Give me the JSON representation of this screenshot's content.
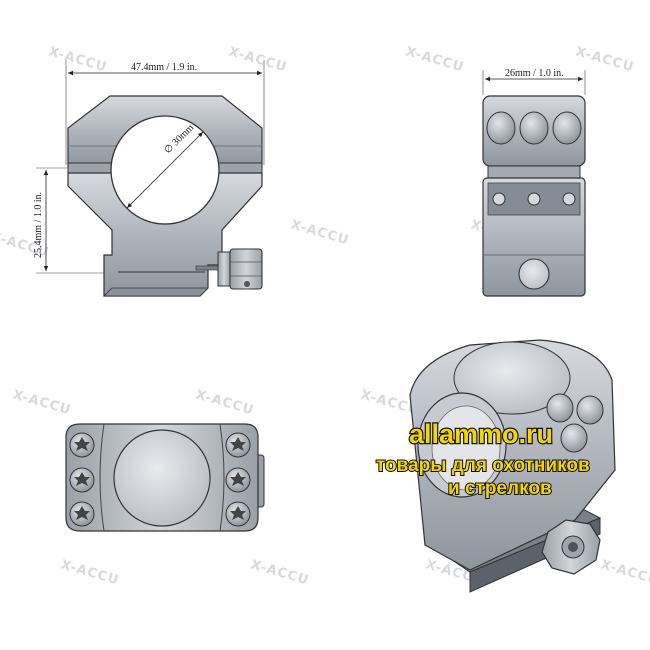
{
  "watermark": {
    "text": "X-ACCU"
  },
  "dimensions": {
    "width": "47.4mm / 1.9 in.",
    "diameter": "∅ 30mm",
    "height": "25.4mm / 1.0 in.",
    "depth": "26mm / 1.0 in."
  },
  "promo": {
    "site": "allammo.ru",
    "line1": "товары для охотников",
    "line2": "и стрелков"
  },
  "colors": {
    "metal": "#b4b9c1",
    "metal_dark": "#7c828c",
    "promo_text": "#f5d400"
  }
}
